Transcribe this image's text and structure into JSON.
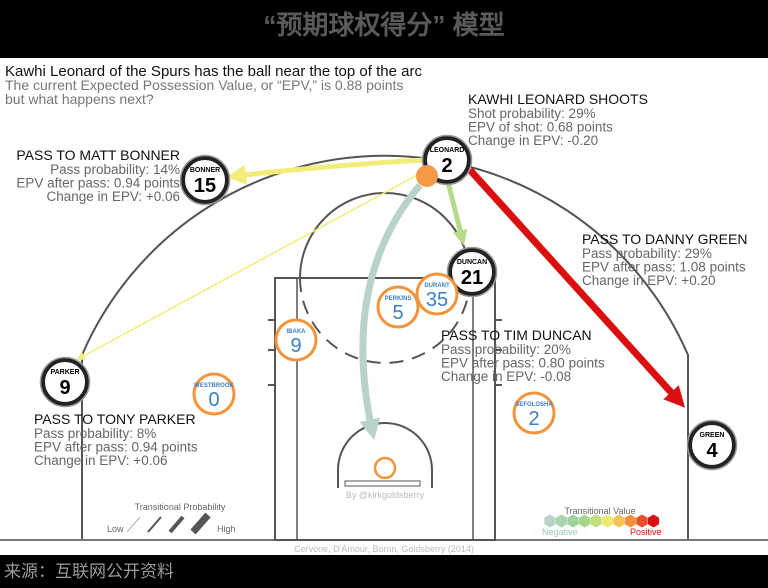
{
  "title": "“预期球权得分” 模型",
  "source": "来源：互联网公开资料",
  "intro": {
    "headline": "Kawhi Leonard of the Spurs has the ball near the top of the arc",
    "line1": "The current Expected Possession Value, or “EPV,” is 0.88 points",
    "line2": "but what happens next?"
  },
  "options": [
    {
      "title": "KAWHI LEONARD SHOOTS",
      "l1": "Shot probability: 29%",
      "l2": "EPV of shot: 0.68 points",
      "l3": "Change in EPV: -0.20"
    },
    {
      "title": "PASS TO MATT BONNER",
      "l1": "Pass probability: 14%",
      "l2": "EPV after pass: 0.94 points",
      "l3": "Change in EPV: +0.06"
    },
    {
      "title": "PASS TO DANNY GREEN",
      "l1": "Pass probability: 29%",
      "l2": "EPV after pass: 1.08 points",
      "l3": "Change in EPV: +0.20"
    },
    {
      "title": "PASS TO TIM DUNCAN",
      "l1": "Pass probability: 20%",
      "l2": "EPV after pass: 0.80 points",
      "l3": "Change in EPV: -0.08"
    },
    {
      "title": "PASS TO TONY PARKER",
      "l1": "Pass probability: 8%",
      "l2": "EPV after pass: 0.94 points",
      "l3": "Change in EPV: +0.06"
    }
  ],
  "offense": [
    {
      "name": "LEONARD",
      "number": "2"
    },
    {
      "name": "BONNER",
      "number": "15"
    },
    {
      "name": "DUNCAN",
      "number": "21"
    },
    {
      "name": "PARKER",
      "number": "9"
    },
    {
      "name": "GREEN",
      "number": "4"
    }
  ],
  "defense": [
    {
      "name": "PERKINS",
      "number": "5"
    },
    {
      "name": "DURANT",
      "number": "35"
    },
    {
      "name": "IBAKA",
      "number": "9"
    },
    {
      "name": "WESTBROOK",
      "number": "0"
    },
    {
      "name": "SEFOLOSHA",
      "number": "2"
    }
  ],
  "credit": "By @kirkgoldsberry",
  "legend_prob": {
    "title": "Transitional Probability",
    "low": "Low",
    "high": "High"
  },
  "legend_value": {
    "title": "Transitional Value",
    "negative": "Negative",
    "positive": "Positive",
    "colors": [
      "#b5d3c8",
      "#a9d5b0",
      "#9fd39a",
      "#a8d68c",
      "#c3de7e",
      "#ecea70",
      "#f6c35a",
      "#f2903e",
      "#e4502a",
      "#d90f10"
    ]
  },
  "citation": "Cervone, D'Amour, Bornn, Goldsberry (2014)",
  "colors": {
    "defense_ring": "#f2943b",
    "ball": "#f29a45",
    "shot_arrow": "#b9d3cb",
    "red": "#d90f10",
    "yellow": "#f2ec78",
    "green": "#b6db8a"
  }
}
